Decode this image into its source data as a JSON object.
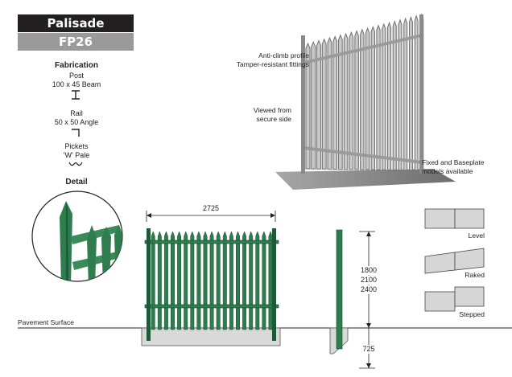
{
  "header": {
    "title": "Palisade",
    "code": "FP26"
  },
  "fabrication": {
    "heading": "Fabrication",
    "post_label": "Post",
    "post_spec": "100 x 45 Beam",
    "rail_label": "Rail",
    "rail_spec": "50 x 50 Angle",
    "pickets_label": "Pickets",
    "pickets_spec": "'W' Pale"
  },
  "detail_heading": "Detail",
  "photo_notes": {
    "note1_line1": "Anti-climb profile",
    "note1_line2": "Tamper-resistant fittings",
    "note2_line1": "Viewed from",
    "note2_line2": "secure side",
    "note3_line1": "Fixed and Baseplate",
    "note3_line2": "models available"
  },
  "drawing": {
    "panel_width": "2725",
    "heights": [
      "1800",
      "2100",
      "2400"
    ],
    "depth": "725",
    "ground_label": "Pavement Surface"
  },
  "options": {
    "level": "Level",
    "raked": "Raked",
    "stepped": "Stepped"
  },
  "colors": {
    "title_bg": "#231f20",
    "code_bg": "#9a9a9a",
    "fence_green": "#2e7d4f"
  }
}
